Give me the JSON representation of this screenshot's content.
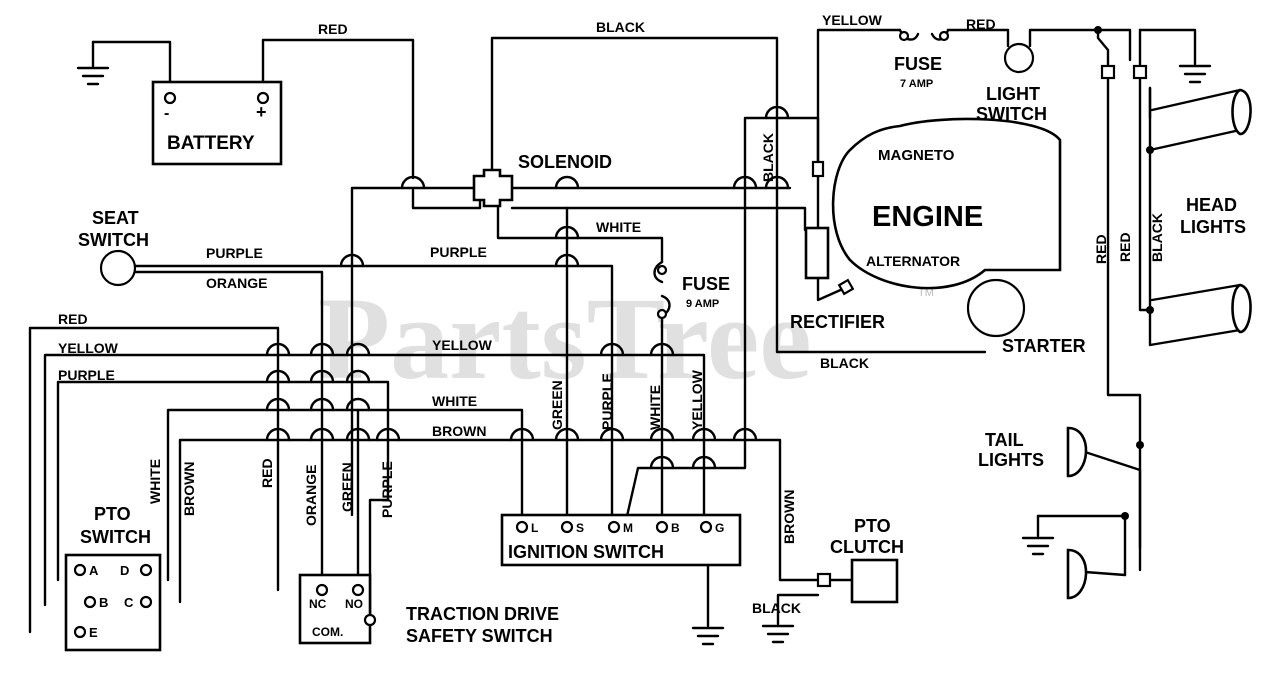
{
  "components": {
    "battery": {
      "label": "BATTERY",
      "neg": "-",
      "pos": "+"
    },
    "solenoid": {
      "label": "SOLENOID"
    },
    "seat_switch": {
      "line1": "SEAT",
      "line2": "SWITCH"
    },
    "fuse_9": {
      "label": "FUSE",
      "rating": "9 AMP"
    },
    "fuse_7": {
      "label": "FUSE",
      "rating": "7 AMP"
    },
    "light_switch": {
      "line1": "LIGHT",
      "line2": "SWITCH"
    },
    "engine": {
      "label": "ENGINE",
      "magneto": "MAGNETO",
      "alternator": "ALTERNATOR"
    },
    "rectifier": {
      "label": "RECTIFIER"
    },
    "starter": {
      "label": "STARTER"
    },
    "head_lights": {
      "line1": "HEAD",
      "line2": "LIGHTS"
    },
    "tail_lights": {
      "line1": "TAIL",
      "line2": "LIGHTS"
    },
    "pto_switch": {
      "line1": "PTO",
      "line2": "SWITCH",
      "terminals": [
        "A",
        "D",
        "B",
        "C",
        "E"
      ]
    },
    "traction_switch": {
      "line1": "TRACTION DRIVE",
      "line2": "SAFETY SWITCH",
      "terminals": [
        "NC",
        "NO",
        "COM."
      ]
    },
    "ignition_switch": {
      "label": "IGNITION SWITCH",
      "terminals": [
        "L",
        "S",
        "M",
        "B",
        "G"
      ]
    },
    "pto_clutch": {
      "line1": "PTO",
      "line2": "CLUTCH"
    }
  },
  "wire_labels": {
    "red_top": "RED",
    "black_top": "BLACK",
    "yellow_top": "YELLOW",
    "red_light": "RED",
    "white_solenoid": "WHITE",
    "purple_seat": "PURPLE",
    "orange_seat": "ORANGE",
    "purple_mid": "PURPLE",
    "black_engine": "BLACK",
    "black_bottom": "BLACK",
    "red_left": "RED",
    "yellow_left": "YELLOW",
    "purple_left": "PURPLE",
    "yellow_mid": "YELLOW",
    "white_mid": "WHITE",
    "brown_mid": "BROWN",
    "white_pto": "WHITE",
    "brown_pto": "BROWN",
    "red_ts": "RED",
    "orange_ts": "ORANGE",
    "green_ts": "GREEN",
    "purple_ts": "PURPLE",
    "green_ign": "GREEN",
    "purple_ign": "PURPLE",
    "white_ign": "WHITE",
    "yellow_ign": "YELLOW",
    "brown_clutch": "BROWN",
    "black_clutch": "BLACK",
    "red_v1": "RED",
    "red_v2": "RED",
    "black_v": "BLACK"
  },
  "watermark": {
    "text": "PartsTree",
    "tm": "TM"
  }
}
